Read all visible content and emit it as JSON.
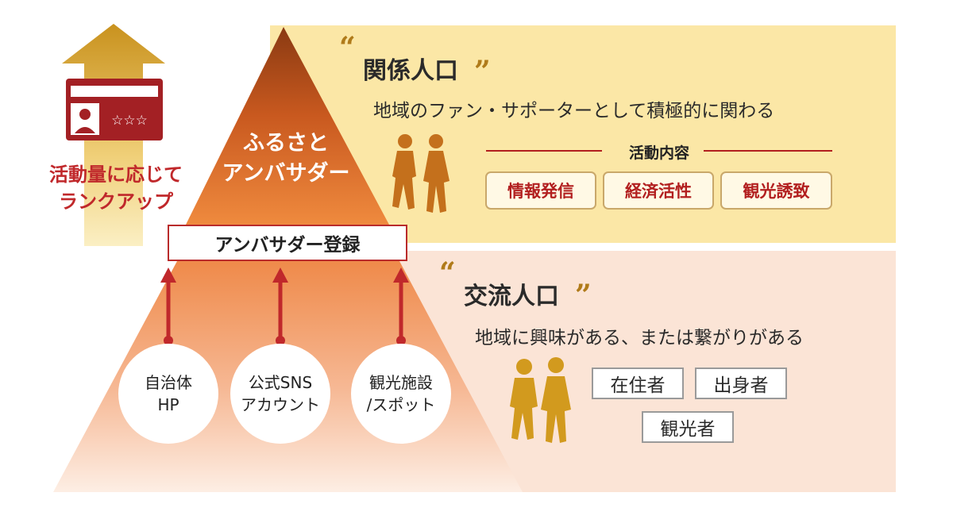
{
  "rank_label": [
    "活動量に応じて",
    "ランクアップ"
  ],
  "card": {
    "stars": "☆☆☆"
  },
  "apex_label": [
    "ふるさと",
    "アンバサダー"
  ],
  "registration_label": "アンバサダー登録",
  "sources": [
    {
      "lines": [
        "自治体",
        "HP"
      ]
    },
    {
      "lines": [
        "公式SNS",
        "アカウント"
      ]
    },
    {
      "lines": [
        "観光施設",
        "/スポット"
      ]
    }
  ],
  "related": {
    "title": "関係人口",
    "description": "地域のファン・サポーターとして積極的に関わる",
    "activity_heading": "活動内容",
    "activities": [
      "情報発信",
      "経済活性",
      "観光誘致"
    ]
  },
  "exchange": {
    "title": "交流人口",
    "description": "地域に興味がある、または繋がりがある",
    "tags": [
      "在住者",
      "出身者",
      "観光者"
    ]
  },
  "colors": {
    "top_band": "#fbe7a6",
    "bottom_band": "#fbe4d6",
    "pyramid_top": "#8a3a12",
    "pyramid_mid": "#e8843a",
    "accent_red": "#b21f1f",
    "gold": "#d29a1e"
  },
  "quote_open": "“",
  "quote_close": "”"
}
